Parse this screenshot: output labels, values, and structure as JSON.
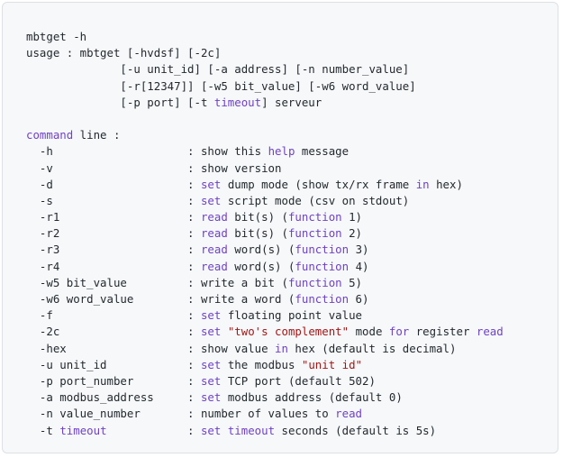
{
  "lines": [
    [
      {
        "t": "mbtget -h"
      }
    ],
    [
      {
        "t": "usage : mbtget [-hvdsf] [-2c]"
      }
    ],
    [
      {
        "t": "              [-u unit_id] [-a address] [-n number_value]"
      }
    ],
    [
      {
        "t": "              [-r[12347]] [-w5 bit_value] [-w6 word_value]"
      }
    ],
    [
      {
        "t": "              [-p port] [-t "
      },
      {
        "t": "timeout",
        "c": "kw"
      },
      {
        "t": "] serveur"
      }
    ],
    [
      {
        "t": ""
      }
    ],
    [
      {
        "t": "command",
        "c": "kw"
      },
      {
        "t": " line :"
      }
    ],
    [
      {
        "t": "  -h                    : show this "
      },
      {
        "t": "help",
        "c": "kw"
      },
      {
        "t": " message"
      }
    ],
    [
      {
        "t": "  -v                    : show version"
      }
    ],
    [
      {
        "t": "  -d                    : "
      },
      {
        "t": "set",
        "c": "kw"
      },
      {
        "t": " dump mode (show tx/rx frame "
      },
      {
        "t": "in",
        "c": "kw"
      },
      {
        "t": " hex)"
      }
    ],
    [
      {
        "t": "  -s                    : "
      },
      {
        "t": "set",
        "c": "kw"
      },
      {
        "t": " script mode (csv on stdout)"
      }
    ],
    [
      {
        "t": "  -r1                   : "
      },
      {
        "t": "read",
        "c": "kw"
      },
      {
        "t": " bit(s) ("
      },
      {
        "t": "function",
        "c": "kw"
      },
      {
        "t": " 1)"
      }
    ],
    [
      {
        "t": "  -r2                   : "
      },
      {
        "t": "read",
        "c": "kw"
      },
      {
        "t": " bit(s) ("
      },
      {
        "t": "function",
        "c": "kw"
      },
      {
        "t": " 2)"
      }
    ],
    [
      {
        "t": "  -r3                   : "
      },
      {
        "t": "read",
        "c": "kw"
      },
      {
        "t": " word(s) ("
      },
      {
        "t": "function",
        "c": "kw"
      },
      {
        "t": " 3)"
      }
    ],
    [
      {
        "t": "  -r4                   : "
      },
      {
        "t": "read",
        "c": "kw"
      },
      {
        "t": " word(s) ("
      },
      {
        "t": "function",
        "c": "kw"
      },
      {
        "t": " 4)"
      }
    ],
    [
      {
        "t": "  -w5 bit_value         : write a bit ("
      },
      {
        "t": "function",
        "c": "kw"
      },
      {
        "t": " 5)"
      }
    ],
    [
      {
        "t": "  -w6 word_value        : write a word ("
      },
      {
        "t": "function",
        "c": "kw"
      },
      {
        "t": " 6)"
      }
    ],
    [
      {
        "t": "  -f                    : "
      },
      {
        "t": "set",
        "c": "kw"
      },
      {
        "t": " floating point value"
      }
    ],
    [
      {
        "t": "  -2c                   : "
      },
      {
        "t": "set",
        "c": "kw"
      },
      {
        "t": " "
      },
      {
        "t": "\"two's complement\"",
        "c": "str"
      },
      {
        "t": " mode "
      },
      {
        "t": "for",
        "c": "kw"
      },
      {
        "t": " register "
      },
      {
        "t": "read",
        "c": "kw"
      }
    ],
    [
      {
        "t": "  -hex                  : show value "
      },
      {
        "t": "in",
        "c": "kw"
      },
      {
        "t": " hex (default is decimal)"
      }
    ],
    [
      {
        "t": "  -u unit_id            : "
      },
      {
        "t": "set",
        "c": "kw"
      },
      {
        "t": " the modbus "
      },
      {
        "t": "\"unit id\"",
        "c": "str"
      }
    ],
    [
      {
        "t": "  -p port_number        : "
      },
      {
        "t": "set",
        "c": "kw"
      },
      {
        "t": " TCP port (default 502)"
      }
    ],
    [
      {
        "t": "  -a modbus_address     : "
      },
      {
        "t": "set",
        "c": "kw"
      },
      {
        "t": " modbus address (default 0)"
      }
    ],
    [
      {
        "t": "  -n value_number       : number of values to "
      },
      {
        "t": "read",
        "c": "kw"
      }
    ],
    [
      {
        "t": "  -t "
      },
      {
        "t": "timeout",
        "c": "kw"
      },
      {
        "t": "            : "
      },
      {
        "t": "set",
        "c": "kw"
      },
      {
        "t": " "
      },
      {
        "t": "timeout",
        "c": "kw"
      },
      {
        "t": " seconds (default is 5s)"
      }
    ]
  ],
  "colors": {
    "text": "#24292e",
    "keyword": "#6f42c1",
    "string": "#a31515",
    "background": "#f6f8fa"
  }
}
